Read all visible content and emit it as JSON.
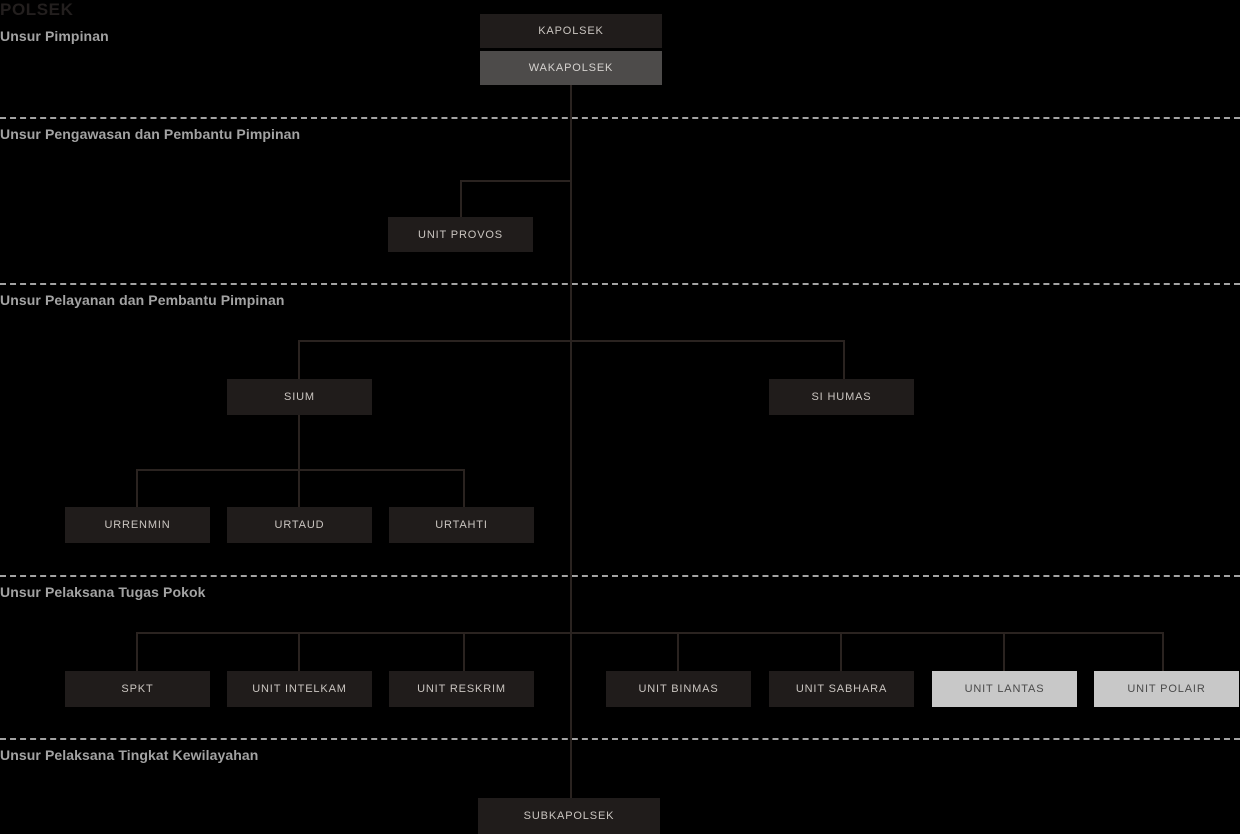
{
  "title": "POLSEK",
  "sections": [
    {
      "label": "Unsur Pimpinan"
    },
    {
      "label": "Unsur Pengawasan dan Pembantu Pimpinan"
    },
    {
      "label": "Unsur Pelayanan dan Pembantu Pimpinan"
    },
    {
      "label": "Unsur Pelaksana Tugas Pokok"
    },
    {
      "label": "Unsur Pelaksana Tingkat Kewilayahan"
    }
  ],
  "nodes": {
    "kapolsek": "KAPOLSEK",
    "wakapolsek": "WAKAPOLSEK",
    "unit_provos": "UNIT PROVOS",
    "sium": "SIUM",
    "si_humas": "SI HUMAS",
    "urrenmin": "URRENMIN",
    "urtaud": "URTAUD",
    "urtahti": "URTAHTI",
    "spkt": "SPKT",
    "unit_intelkam": "UNIT INTELKAM",
    "unit_reskrim": "UNIT RESKRIM",
    "unit_binmas": "UNIT BINMAS",
    "unit_sabhara": "UNIT SABHARA",
    "unit_lantas": "UNIT LANTAS",
    "unit_polair": "UNIT POLAIR",
    "subkapolsek": "SUBKAPOLSEK"
  },
  "colors": {
    "background": "#000000",
    "node_dark": "#201c1b",
    "node_mid": "#4d4b4a",
    "node_light": "#c8c8c8",
    "node_text_light": "#cac5c0",
    "node_text_dark": "#4a4a4a",
    "connector": "#2a2320",
    "divider": "#a3a3a3",
    "section_label": "#a3a3a3",
    "title": "#231f1e"
  }
}
